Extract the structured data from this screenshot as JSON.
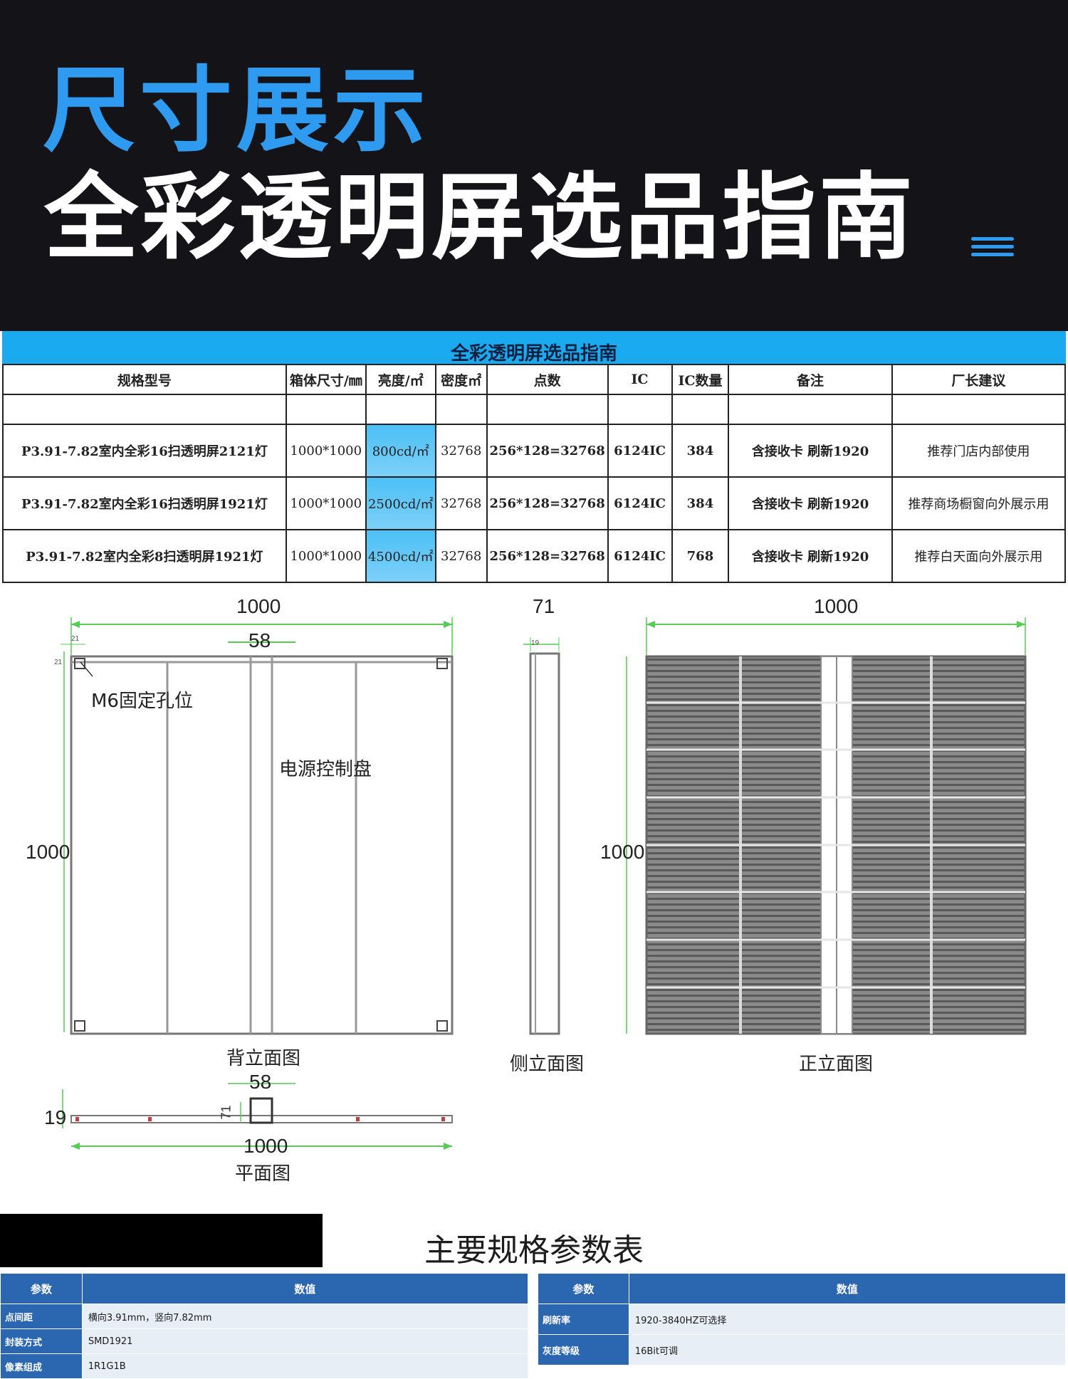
{
  "hero": {
    "title_line1": "尺寸展示",
    "title_line2": "全彩透明屏选品指南",
    "menu_icon": "menu-icon"
  },
  "selection_table": {
    "title": "全彩透明屏选品指南",
    "headers": [
      "规格型号",
      "箱体尺寸/㎜",
      "亮度/㎡",
      "密度㎡",
      "点数",
      "IC",
      "IC数量",
      "备注",
      "厂长建议"
    ],
    "rows": [
      {
        "model": "P3.91-7.82室内全彩16扫透明屏2121灯",
        "size": "1000*1000",
        "brightness": "800cd/㎡",
        "density": "32768",
        "points": "256*128=32768",
        "ic": "6124IC",
        "ic_count": "384",
        "note": "含接收卡  刷新1920",
        "advice": "推荐门店内部使用"
      },
      {
        "model": "P3.91-7.82室内全彩16扫透明屏1921灯",
        "size": "1000*1000",
        "brightness": "2500cd/㎡",
        "density": "32768",
        "points": "256*128=32768",
        "ic": "6124IC",
        "ic_count": "384",
        "note": "含接收卡  刷新1920",
        "advice": "推荐商场橱窗向外展示用"
      },
      {
        "model": "P3.91-7.82室内全彩8扫透明屏1921灯",
        "size": "1000*1000",
        "brightness": "4500cd/㎡",
        "density": "32768",
        "points": "256*128=32768",
        "ic": "6124IC",
        "ic_count": "768",
        "note": "含接收卡  刷新1920",
        "advice": "推荐白天面向外展示用"
      }
    ]
  },
  "drawings": {
    "back_width": "1000",
    "back_inner": "58",
    "back_height": "1000",
    "small_dim_a": "21",
    "small_dim_b": "21",
    "side_depth": "71",
    "side_small": "19",
    "front_width": "1000",
    "front_height": "1000",
    "label_hole": "M6固定孔位",
    "label_power": "电源控制盘",
    "caption_back": "背立面图",
    "caption_side": "侧立面图",
    "caption_front": "正立面图",
    "plan_top": "58",
    "plan_side": "19",
    "plan_small": "71",
    "plan_width": "1000",
    "caption_plan": "平面图"
  },
  "specs": {
    "title": "主要规格参数表",
    "left_table": {
      "headers": [
        "参数",
        "数值"
      ],
      "rows": [
        {
          "k": "点间距",
          "v": "横向3.91mm，竖向7.82mm"
        },
        {
          "k": "封装方式",
          "v": "SMD1921"
        },
        {
          "k": "像素组成",
          "v": "1R1G1B"
        }
      ]
    },
    "right_table": {
      "headers": [
        "参数",
        "数值"
      ],
      "rows": [
        {
          "k": "刷新率",
          "v": "1920-3840HZ可选择"
        },
        {
          "k": "灰度等级",
          "v": "16Bit可调"
        }
      ]
    }
  }
}
